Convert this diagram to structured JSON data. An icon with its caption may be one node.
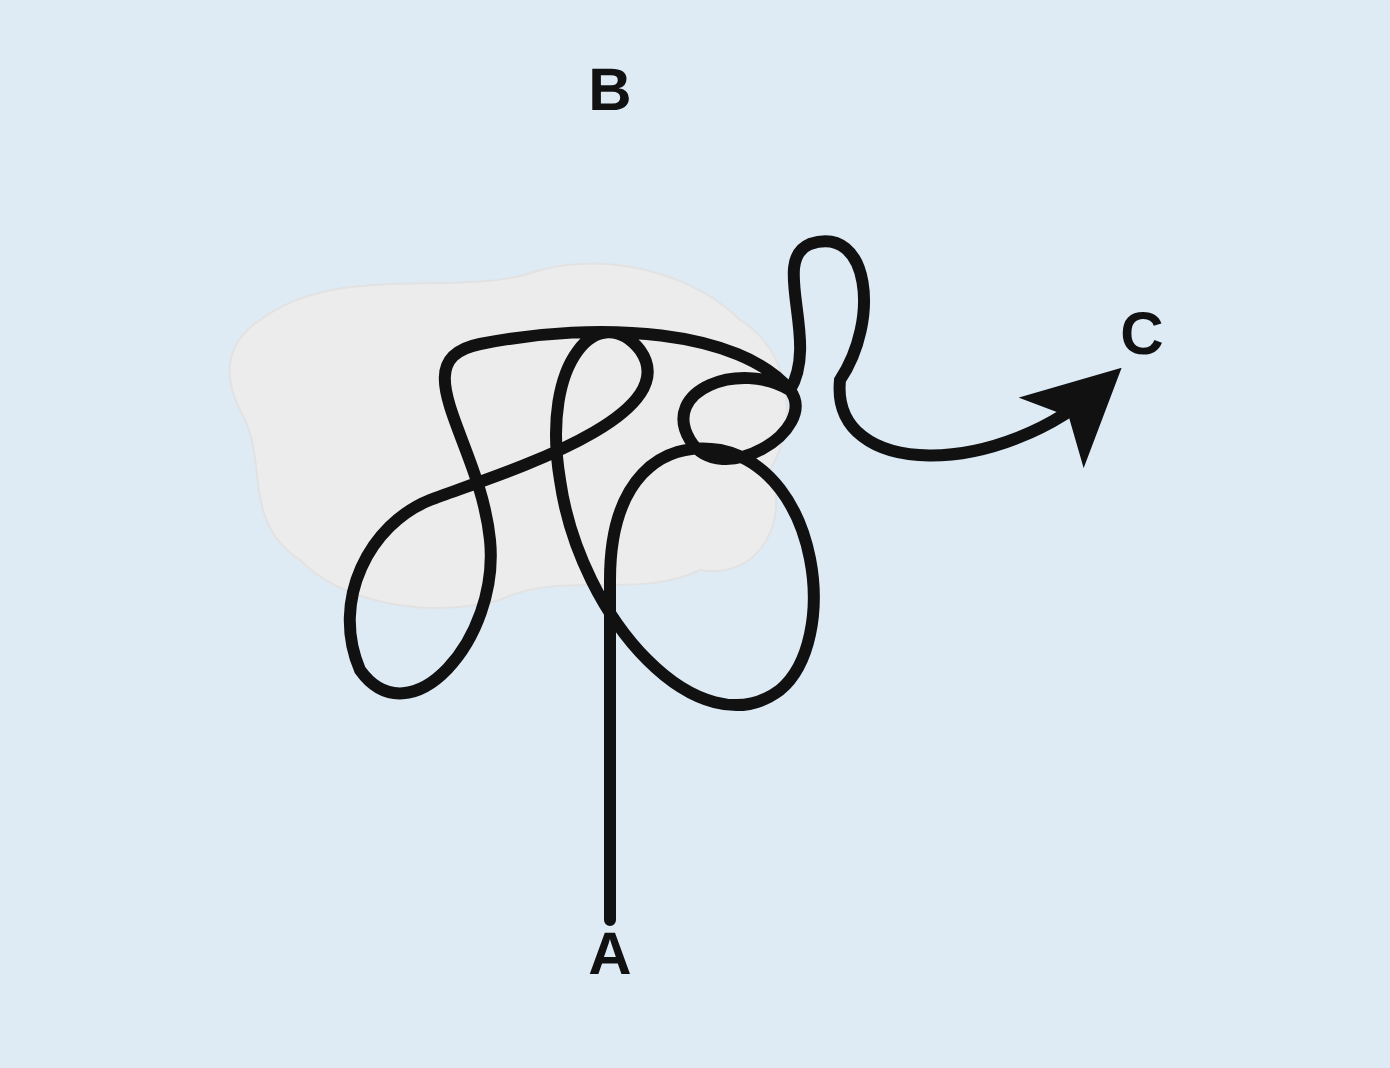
{
  "diagram": {
    "nodes": [
      {
        "text": [
          "A"
        ]
      },
      {
        "text": [
          "C"
        ]
      }
    ],
    "edges": [
      {
        "from": 0,
        "to": 1,
        "arrow": "to"
      }
    ],
    "labels": [
      "B"
    ]
  }
}
